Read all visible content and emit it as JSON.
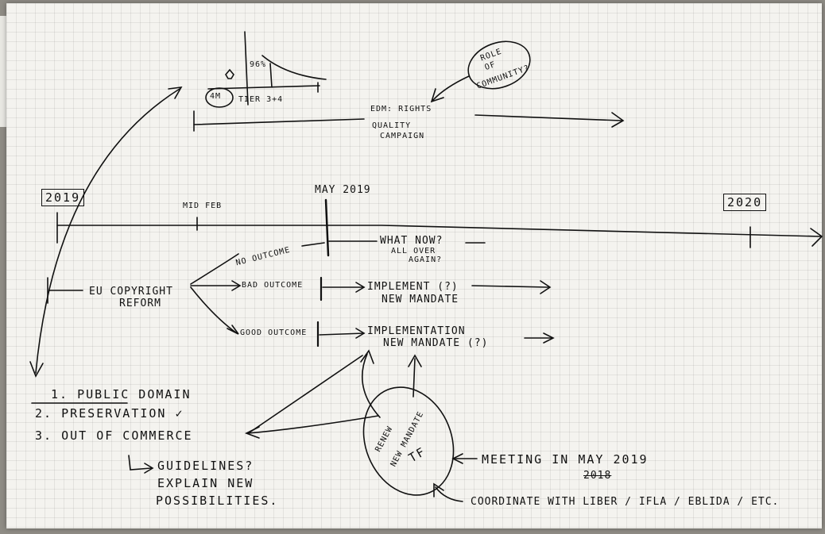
{
  "sketch": {
    "top_chart": {
      "label_96": "96%",
      "label_4m": "4M",
      "label_tiers": "TIER 3+4",
      "label_edm_rights": "EDM: RIGHTS",
      "label_quality": "QUALITY",
      "label_campaign": "CAMPAIGN",
      "role_line1": "ROLE",
      "role_line2": "OF",
      "role_line3": "COMMUNITY?"
    },
    "timeline": {
      "year_start": "2019",
      "year_end": "2020",
      "mid_feb": "MID FEB",
      "may_2019": "MAY 2019"
    },
    "reform": {
      "line1": "EU COPYRIGHT",
      "line2": "REFORM",
      "no_outcome": "NO OUTCOME",
      "what_now": "WHAT NOW?",
      "all_over": "ALL OVER",
      "again": "AGAIN?",
      "bad_outcome": "BAD OUTCOME",
      "implement": "IMPLEMENT (?)",
      "new_mandate_1": "NEW MANDATE",
      "good_outcome": "GOOD OUTCOME",
      "implementation": "IMPLEMENTATION",
      "new_mandate_2": "NEW MANDATE (?)"
    },
    "list": {
      "item1": "1. PUBLIC DOMAIN",
      "item2": "2. PRESERVATION ✓",
      "item3": "3. OUT OF COMMERCE",
      "guidelines": "GUIDELINES?",
      "explain": "EXPLAIN NEW",
      "possibilities": "POSSIBILITIES."
    },
    "oval": {
      "line1": "RENEW",
      "line2": "NEW MANDATE",
      "line3": "TF"
    },
    "notes": {
      "meeting": "MEETING IN MAY 2019",
      "struck": "2018",
      "coordinate": "COORDINATE WITH LIBER / IFLA / EBLIDA / ETC."
    }
  },
  "colors": {
    "ink": "#111111",
    "paper": "#f4f3ef"
  }
}
